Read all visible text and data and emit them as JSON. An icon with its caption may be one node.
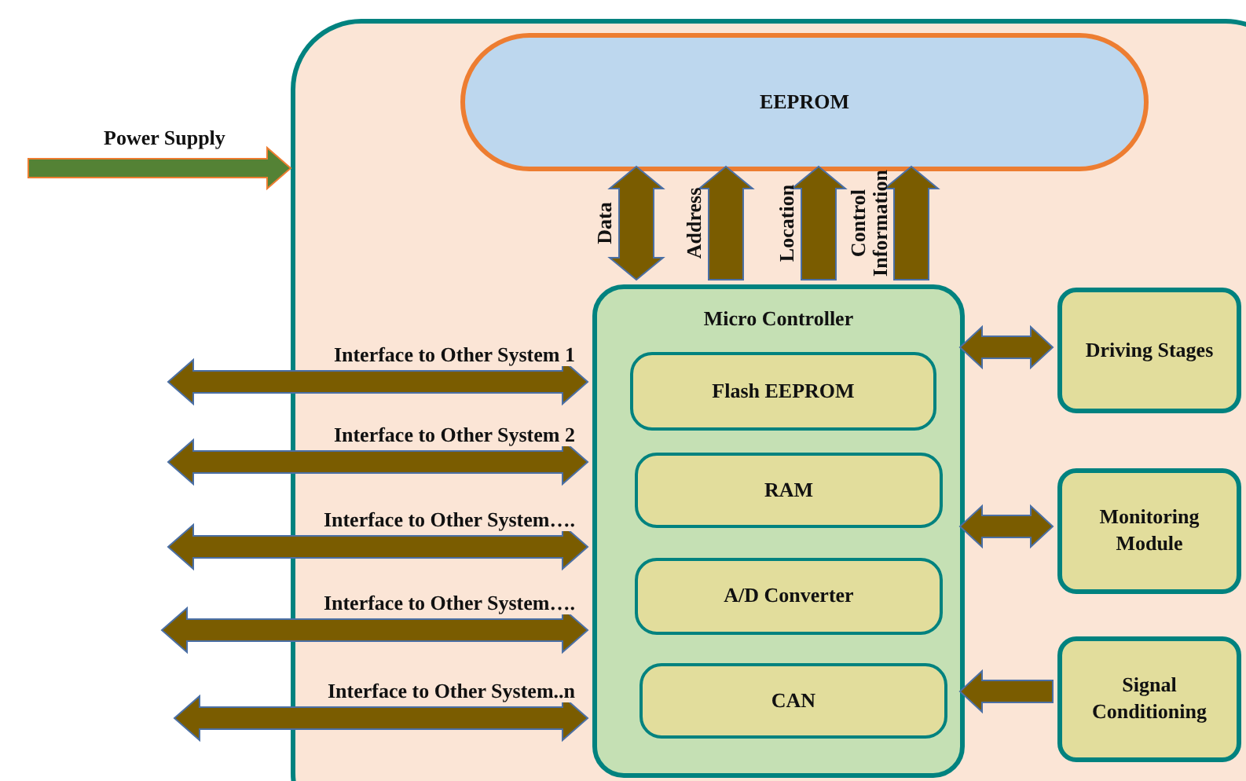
{
  "diagram": {
    "nodes": [
      {
        "text": [],
        "shape": "box"
      },
      {
        "text": [
          "EEPROM"
        ],
        "in": 0
      },
      {
        "text": [
          "Micro Controller"
        ],
        "in": 0
      },
      {
        "text": [
          "Flash EEPROM"
        ],
        "in": 2
      },
      {
        "text": [
          "RAM"
        ],
        "in": 2
      },
      {
        "text": [
          "A/D Converter"
        ],
        "in": 2
      },
      {
        "text": [
          "CAN"
        ],
        "in": 2
      },
      {
        "text": [
          "Driving Stages"
        ],
        "in": 0
      },
      {
        "text": [
          "Monitoring Module"
        ],
        "in": 0
      },
      {
        "text": [
          "Signal Conditioning"
        ],
        "in": 0
      }
    ],
    "edges": [
      {
        "from": null,
        "to": 0,
        "arrow": "to",
        "label": "Power Supply",
        "color": "#548235"
      },
      {
        "from": null,
        "to": 2,
        "arrow": "both",
        "label": "Interface to Other System 1"
      },
      {
        "from": null,
        "to": 2,
        "arrow": "both",
        "label": "Interface to Other System 2"
      },
      {
        "from": null,
        "to": 2,
        "arrow": "both",
        "label": "Interface to Other System…."
      },
      {
        "from": null,
        "to": 2,
        "arrow": "both",
        "label": "Interface to Other System…."
      },
      {
        "from": null,
        "to": 2,
        "arrow": "both",
        "label": "Interface to Other System..n"
      },
      {
        "from": 2,
        "to": 1,
        "arrow": "both",
        "label": "Data"
      },
      {
        "from": 2,
        "to": 1,
        "arrow": "to",
        "label": "Address"
      },
      {
        "from": 2,
        "to": 1,
        "arrow": "to",
        "label": "Location"
      },
      {
        "from": 2,
        "to": 1,
        "arrow": "to",
        "label": "Control Information"
      },
      {
        "from": 2,
        "to": 7,
        "arrow": "both"
      },
      {
        "from": 2,
        "to": 8,
        "arrow": "both"
      },
      {
        "from": 9,
        "to": 2,
        "arrow": "to"
      }
    ]
  }
}
